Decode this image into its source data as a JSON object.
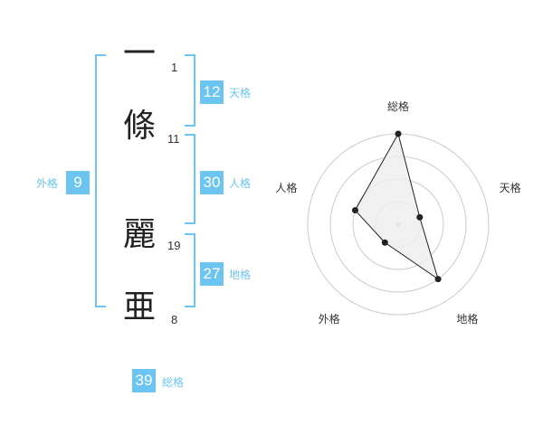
{
  "characters": [
    {
      "char": "一",
      "strokes": "1"
    },
    {
      "char": "條",
      "strokes": "11"
    },
    {
      "char": "麗",
      "strokes": "19"
    },
    {
      "char": "亜",
      "strokes": "8"
    }
  ],
  "fortunes": {
    "tenkaku": {
      "value": "12",
      "label": "天格"
    },
    "jinkaku": {
      "value": "30",
      "label": "人格"
    },
    "chikaku": {
      "value": "27",
      "label": "地格"
    },
    "gaikaku": {
      "value": "9",
      "label": "外格"
    },
    "soukaku": {
      "value": "39",
      "label": "総格"
    }
  },
  "colors": {
    "accent": "#6cc4f0",
    "text": "#222222",
    "grid": "#cccccc",
    "fill": "#eeeeee"
  },
  "chart_data": {
    "type": "radar",
    "axes": [
      "総格",
      "天格",
      "地格",
      "外格",
      "人格"
    ],
    "levels": 4,
    "max": 4,
    "values": [
      4,
      1,
      3,
      1,
      2
    ]
  }
}
